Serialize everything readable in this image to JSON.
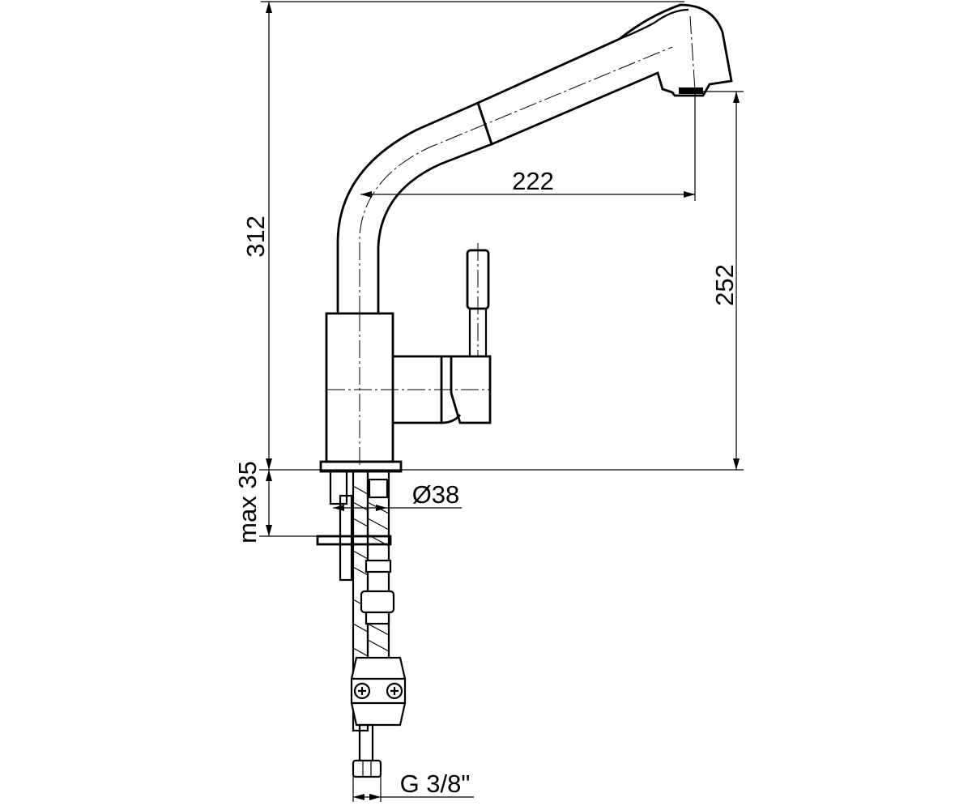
{
  "dimensions": {
    "total_height": "312",
    "spout_reach": "222",
    "outlet_height": "252",
    "mount_thickness": "max 35",
    "hole_diameter": "Ø38",
    "connection_thread": "G 3/8\""
  },
  "colors": {
    "line": "#000000",
    "background": "#ffffff"
  }
}
